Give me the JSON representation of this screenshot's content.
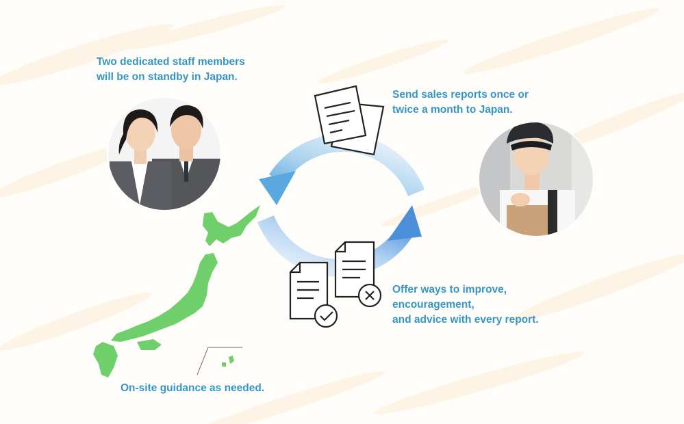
{
  "captions": {
    "staff": [
      "Two dedicated staff members",
      "will be on standby in Japan."
    ],
    "reports": [
      "Send sales reports once or",
      "twice a month to Japan."
    ],
    "advice": [
      "Offer ways to improve,",
      "encouragement,",
      "and advice with every report."
    ],
    "guidance": [
      "On-site guidance as needed."
    ]
  },
  "colors": {
    "caption": "#3596c6",
    "map": "#6fcf6a",
    "arrow": "#4a8fd8",
    "arrow_light": "#d6eaf8",
    "icon_stroke": "#222222"
  },
  "icons": [
    "document-icon",
    "approved-document-icon",
    "rejected-document-icon"
  ]
}
